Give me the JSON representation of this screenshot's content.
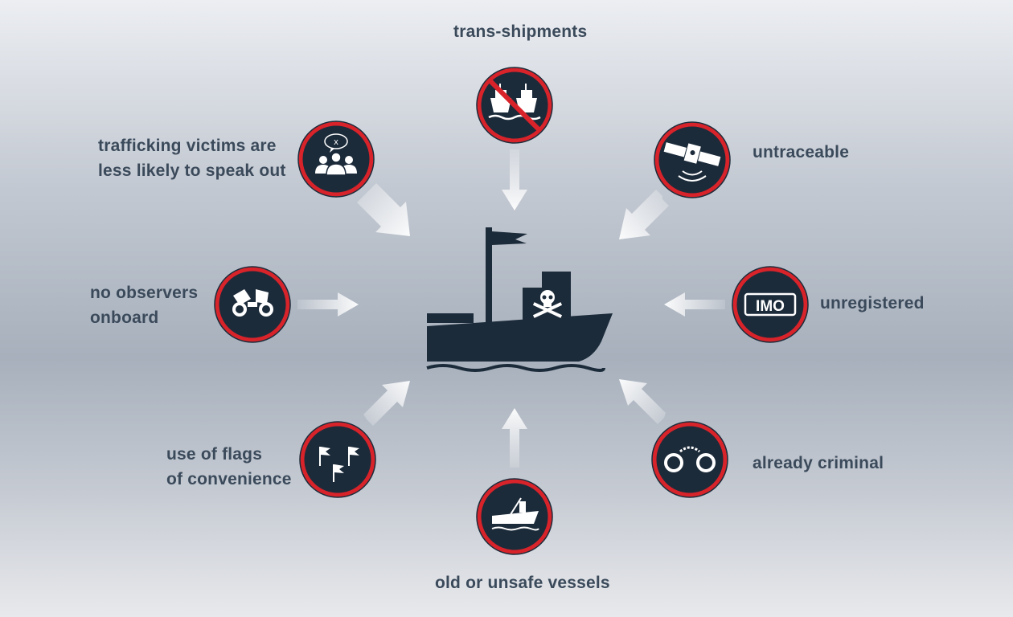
{
  "colors": {
    "navy": "#1c2b3a",
    "red": "#d8232a",
    "text": "#3b4a5b",
    "arrow": "#f2f4f7"
  },
  "labels": {
    "transshipments": "trans-shipments",
    "untraceable": "untraceable",
    "unregistered": "unregistered",
    "already_criminal": "already criminal",
    "old_unsafe": "old or unsafe vessels",
    "flags_line1": "use of flags",
    "flags_line2": "of convenience",
    "observers_line1": "no observers",
    "observers_line2": "onboard",
    "victims_line1": "trafficking victims are",
    "victims_line2": "less likely to speak out"
  },
  "badges": {
    "imo_text": "IMO",
    "speech_mark": "x"
  },
  "icons": [
    "no-transshipment-icon",
    "satellite-icon",
    "imo-icon",
    "handcuffs-icon",
    "small-boat-icon",
    "flags-icon",
    "binoculars-icon",
    "silenced-people-icon",
    "pirate-ship-icon"
  ]
}
